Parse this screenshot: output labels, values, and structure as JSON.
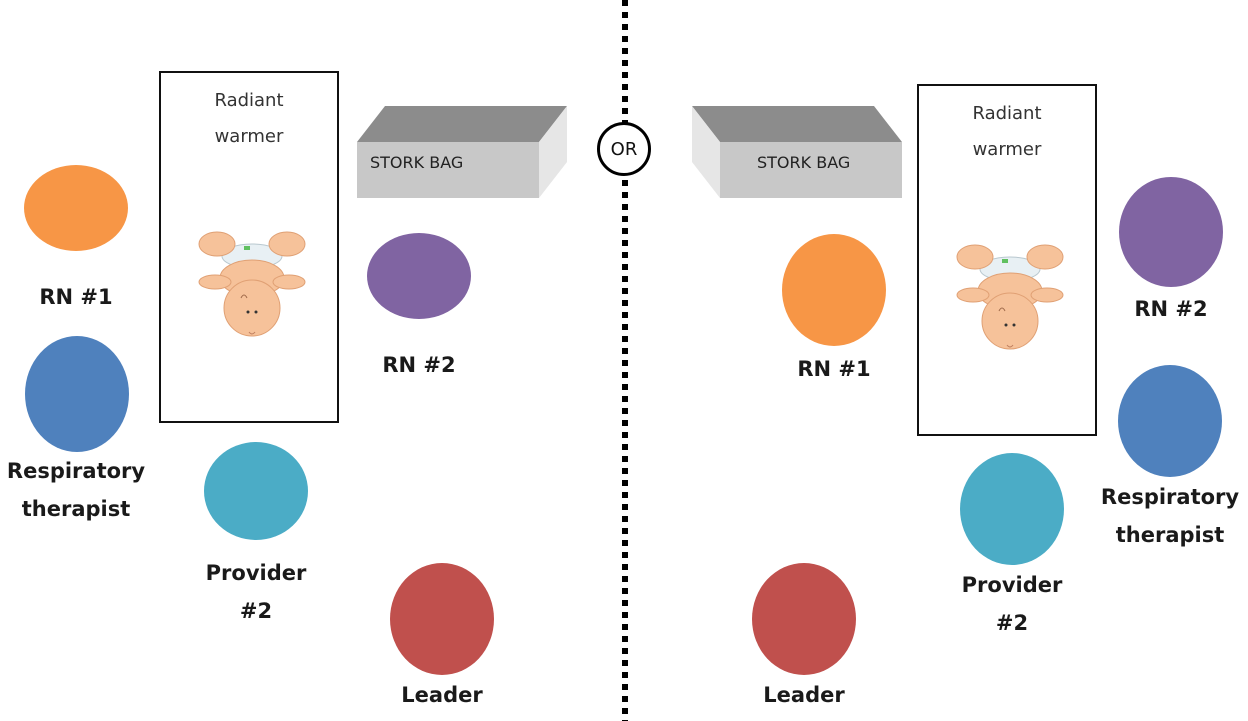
{
  "divider": {
    "or_label": "OR"
  },
  "colors": {
    "rn1": "#f79646",
    "rn2": "#8064a2",
    "respiratory_therapist": "#4f81bd",
    "provider2": "#4bacc6",
    "leader": "#c0504d"
  },
  "left": {
    "warmer_line1": "Radiant",
    "warmer_line2": "warmer",
    "stork_bag": "STORK BAG",
    "rn1": "RN #1",
    "rn2": "RN #2",
    "resp_line1": "Respiratory",
    "resp_line2": "therapist",
    "provider_line1": "Provider",
    "provider_line2": "#2",
    "leader": "Leader"
  },
  "right": {
    "warmer_line1": "Radiant",
    "warmer_line2": "warmer",
    "stork_bag": "STORK BAG",
    "rn1": "RN #1",
    "rn2": "RN #2",
    "resp_line1": "Respiratory",
    "resp_line2": "therapist",
    "provider_line1": "Provider",
    "provider_line2": "#2",
    "leader": "Leader"
  }
}
